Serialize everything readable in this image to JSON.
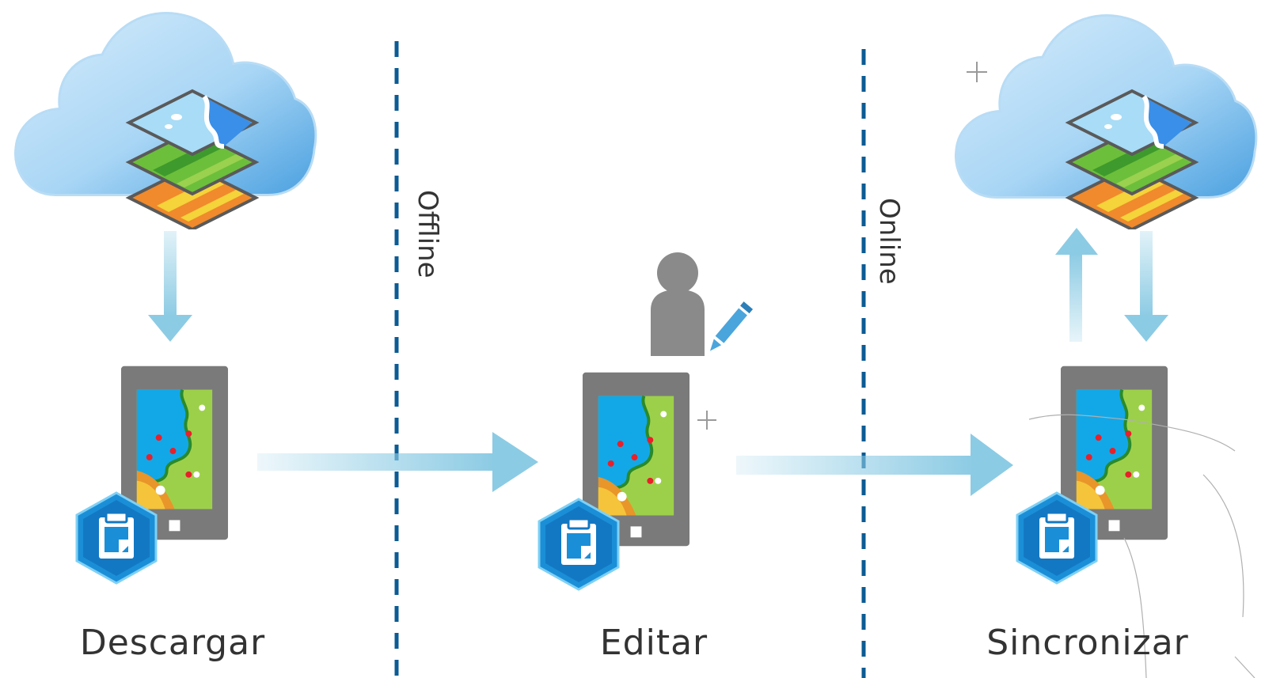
{
  "steps": [
    {
      "id": "download",
      "label": "Descargar"
    },
    {
      "id": "edit",
      "label": "Editar"
    },
    {
      "id": "sync",
      "label": "Sincronizar"
    }
  ],
  "phases": [
    {
      "id": "offline",
      "label": "Offline"
    },
    {
      "id": "online",
      "label": "Online"
    }
  ],
  "colors": {
    "divider": "#0b5b94",
    "arrow": "#8ccbe4",
    "device": "#7a7a7a",
    "app_badge": "#1a8fd8",
    "cloud": "#8ec9f0",
    "person": "#8a8a8a",
    "pencil": "#4aa5dc"
  },
  "icons": [
    "cloud-icon",
    "map-layers-icon",
    "mobile-device-icon",
    "field-app-icon",
    "person-icon",
    "pencil-icon",
    "plus-icon"
  ]
}
